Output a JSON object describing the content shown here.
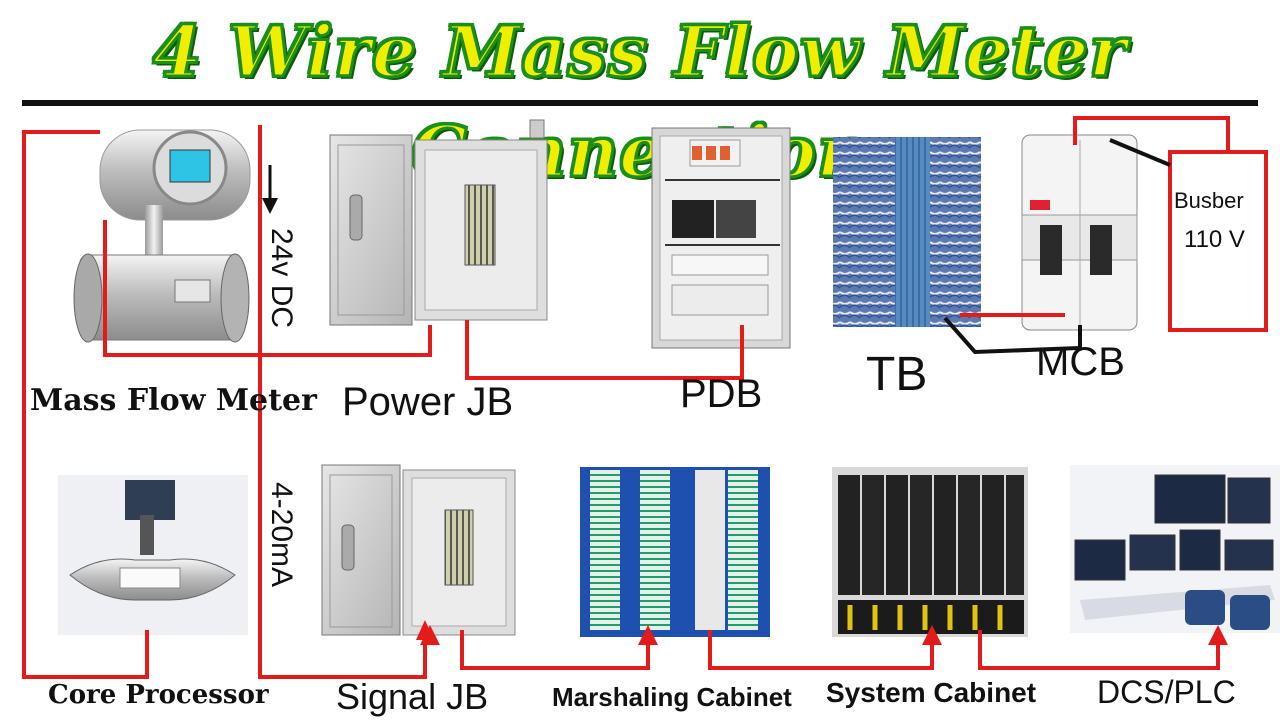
{
  "title": "4 Wire Mass Flow Meter Connection",
  "labels": {
    "mass_flow_meter": "Mass Flow Meter",
    "core_processor": "Core Processor",
    "power_jb": "Power JB",
    "pdb": "PDB",
    "tb": "TB",
    "mcb": "MCB",
    "busbar": "Busber",
    "busbar_voltage": "110 V",
    "signal_jb": "Signal JB",
    "marshaling_cabinet": "Marshaling Cabinet",
    "system_cabinet": "System Cabinet",
    "dcs_plc": "DCS/PLC",
    "power_signal": "24v DC",
    "analog_signal": "4-20mA"
  },
  "colors": {
    "wire": "#e31b1b",
    "wire_black": "#111111",
    "title_fill": "#f2ee00",
    "title_outline": "#1a8f1a"
  },
  "icons": {
    "arrow": "down-arrow-icon",
    "flow_meter": "mass-flow-meter-device",
    "core_processor": "coriolis-core-processor-device",
    "junction_box": "junction-box-enclosure",
    "pdb": "power-distribution-board",
    "terminal_block": "terminal-block-wiring",
    "mcb": "miniature-circuit-breaker",
    "marshaling": "marshaling-cabinet-rack",
    "system_cabinet": "system-io-cabinet",
    "dcs": "dcs-control-room"
  }
}
